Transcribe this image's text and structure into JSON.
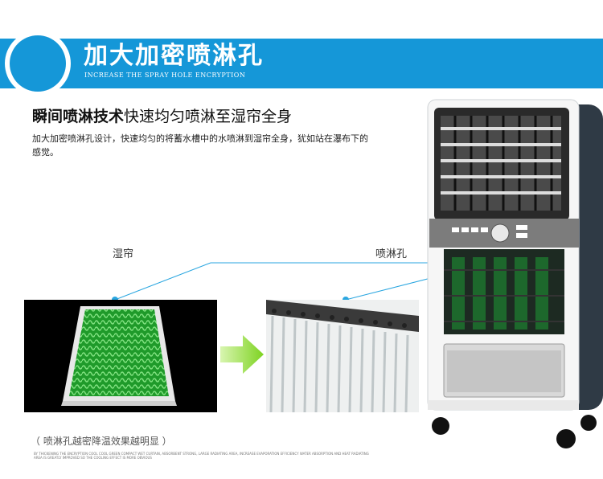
{
  "banner": {
    "title": "加大加密喷淋孔",
    "subtitle": "INCREASE THE SPRAY HOLE ENCRYPTION"
  },
  "headline": {
    "bold": "瞬间喷淋技术",
    "rest": "快速均匀喷淋至湿帘全身"
  },
  "description": "加大加密喷淋孔设计，快速均匀的将蓄水槽中的水喷淋到湿帘全身，犹如站在瀑布下的感觉。",
  "labels": {
    "wet_curtain": "湿帘",
    "spray_hole": "喷淋孔"
  },
  "caption": "（ 喷淋孔越密降温效果越明显 ）",
  "fine_print": "BY THICKENING THE ENCRYPTION COOL COOL GREEN COMPACT WET CURTAIN, ABSORBENT STRONG, LARGE RADIATING AREA, INCREASE EVAPORATION EFFICIENCY WATER ABSORPTION AND HEAT RADIATING AREA IS GREATLY IMPROVED SO THE COOLING EFFECT IS MORE OBVIOUS",
  "colors": {
    "banner": "#1597d8",
    "curtain_green": "#1f9a2a",
    "arrow_green": "#7ed321",
    "leader_line": "#2aa6e0"
  }
}
